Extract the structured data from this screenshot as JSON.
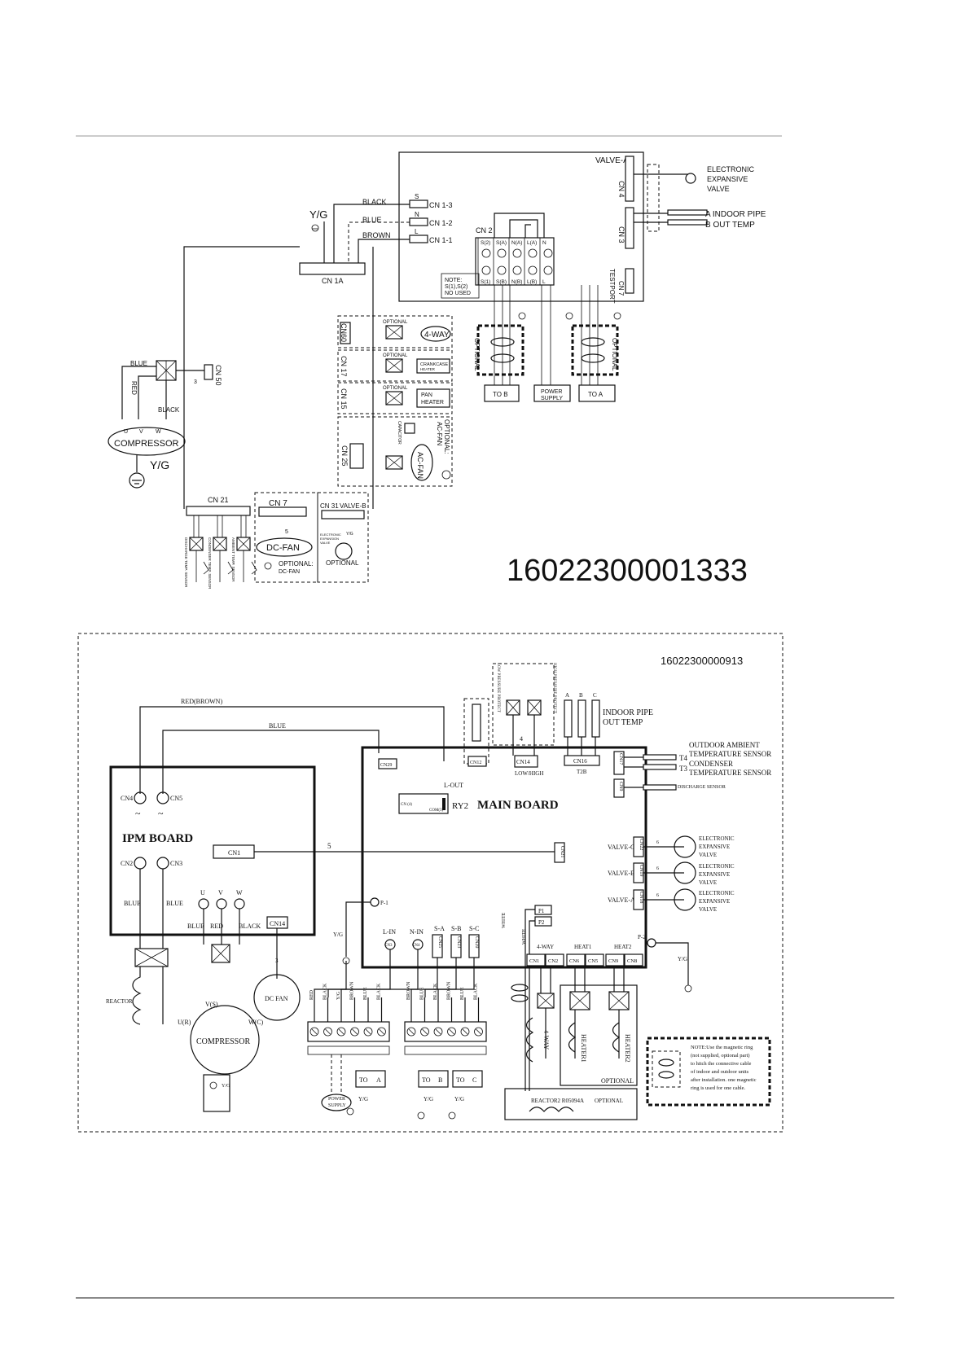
{
  "diagram1": {
    "code": "16022300001333",
    "wires": {
      "black": "BLACK",
      "blue": "BLUE",
      "brown": "BROWN",
      "yg": "Y/G",
      "red": "RED"
    },
    "terminals": {
      "s": "S",
      "n": "N",
      "l": "L",
      "cn13": "CN 1-3",
      "cn12": "CN 1-2",
      "cn11": "CN 1-1",
      "cn1a": "CN 1A"
    },
    "valve_a": "VALVE-A",
    "cn4": "CN 4",
    "cn3": "CN 3",
    "cn7": "CN 7",
    "testport": "TESTPORT",
    "eev": [
      "ELECTRONIC",
      "EXPANSIVE",
      "VALVE"
    ],
    "indoor_pipe": [
      "A  INDOOR PIPE",
      "B  OUT TEMP"
    ],
    "cn2": "CN 2",
    "cn2_top": [
      "S(2)",
      "S(A)",
      "N(A)",
      "L(A)",
      "N"
    ],
    "cn2_bottom": [
      "S(1)",
      "S(B)",
      "N(B)",
      "L(B)",
      "L"
    ],
    "note": [
      "NOTE:",
      "S(1),S(2)",
      "NO USED"
    ],
    "optional": "OPTIONAL",
    "to_b": "TO B",
    "to_a": "TO A",
    "power_supply": [
      "POWER",
      "SUPPLY"
    ],
    "cn60": "CN60",
    "cn17": "CN 17",
    "cn15": "CN 15",
    "cn25": "CN 25",
    "cn50": "CN 50",
    "fourway": "4-WAY",
    "crankcase": [
      "CRANKCASE",
      "HEATER"
    ],
    "pan_heater": [
      "PAN",
      "HEATER"
    ],
    "optional_acfan": [
      "OPTIONAL:",
      "AC-FAN"
    ],
    "acfan": "AC-FAN",
    "capacitor": "CAPACITOR",
    "compressor": "COMPRESSOR",
    "uvw": [
      "U",
      "V",
      "W"
    ],
    "cn21": "CN 21",
    "sensors": [
      "DISCHARGE TEMP. SENSOR",
      "CONDENSER TEMP. SENSOR",
      "AMBIENT TEMP. SENSOR"
    ],
    "cn7_fan": "CN 7",
    "dcfan": "DC-FAN",
    "optional_dcfan": [
      "OPTIONAL:",
      "DC-FAN"
    ],
    "cn31": "CN 31",
    "valve_b": "VALVE-B",
    "eev_small": [
      "ELECTRONIC",
      "EXPANSION",
      "VALVE"
    ],
    "num3": "3",
    "num5": "5",
    "ygs": "Y/G"
  },
  "diagram2": {
    "code": "16022300000913",
    "red_brown": "RED(BROWN)",
    "blue": "BLUE",
    "ipm_board": "IPM BOARD",
    "main_board": "MAIN BOARD",
    "cn4": "CN4",
    "cn5": "CN5",
    "cn1": "CN1",
    "cn2": "CN2",
    "cn3": "CN3",
    "cn14_ipm": "CN14",
    "uvw": [
      "U",
      "V",
      "W"
    ],
    "blue_red_black": [
      "BLUE",
      "RED",
      "BLACK"
    ],
    "reactor": "REACTOR",
    "compressor": "COMPRESSOR",
    "vs": "V(S)",
    "ur": "U(R)",
    "wc": "W(C)",
    "yg": "Y/G",
    "dcfan": "DC FAN",
    "cn29": "CN29",
    "cn12": "CN12",
    "lowpress": "LOW PRESSURE PROTECT",
    "highpress": "HIGH PRESSURE PROTECT",
    "cn14": "CN14",
    "low_high": "LOW/HIGH",
    "abc": [
      "A",
      "B",
      "C"
    ],
    "indoor_pipe": [
      "INDOOR PIPE",
      "OUT TEMP"
    ],
    "cn16": "CN16",
    "t2b": "T2B",
    "cn17": "CN17",
    "cn9": "CN9",
    "outdoor_ambient": [
      "OUTDOOR AMBIENT",
      "TEMPERATURE SENSOR"
    ],
    "condenser": [
      "CONDENSER",
      "TEMPERATURE SENSOR"
    ],
    "t4": "T4",
    "t3": "T3",
    "discharge": "DISCHARGE SENSOR",
    "l_out": "L-OUT",
    "ry2": "RY2",
    "cn4_relay": "CN (4)",
    "com": "COM(3)",
    "cn21": "CN21",
    "valve_c": "VALVE-C",
    "valve_b": "VALVE-B",
    "valve_a": "VALVE-A",
    "cn22": "CN22",
    "cn19": "CN19",
    "cn18": "CN18",
    "eev": [
      "ELECTRONIC",
      "EXPANSIVE",
      "VALVE"
    ],
    "p1": "P-1",
    "p2": "P-2",
    "p1box": "P1",
    "p2box": "P2",
    "white": "WHITE",
    "l_in": "L-IN",
    "n_in": "N-IN",
    "cn_l": "CN3",
    "cn_n": "CN4",
    "s_a": "S-A",
    "s_b": "S-B",
    "s_c": "S-C",
    "cn25": "CN25",
    "cn23": "CN23",
    "cn20": "CN20",
    "fourway": "4-WAY",
    "heat1": "HEAT1",
    "heat2": "HEAT2",
    "cn_right": [
      "CN1",
      "CN2",
      "CN6",
      "CN5",
      "CN9",
      "CN8"
    ],
    "heater1": "HEATER1",
    "heater2": "HEATER2",
    "optional": "OPTIONAL",
    "reactor2": "REACTOR2  R05094A",
    "term_left_wires": [
      "RED",
      "BLACK",
      "Y/G",
      "BROWN",
      "BLUE",
      "BLACK"
    ],
    "term_right_wires": [
      "BROWN",
      "BLUE",
      "BLACK",
      "BROWN",
      "BLUE",
      "BLACK"
    ],
    "power_supply": [
      "POWER",
      "SUPPLY"
    ],
    "to_a": [
      "TO",
      "A"
    ],
    "to_b": [
      "TO",
      "B"
    ],
    "to_c": [
      "TO",
      "C"
    ],
    "note": [
      "NOTE:Use the magnetic ring",
      "(not supplied, optional part)",
      "to hitch the connective cable",
      "of indoor and outdoor units",
      "after installation. one magnetic",
      "ring is used for one cable."
    ],
    "num5": "5",
    "num6": "6",
    "num4": "4",
    "num3": "3"
  }
}
